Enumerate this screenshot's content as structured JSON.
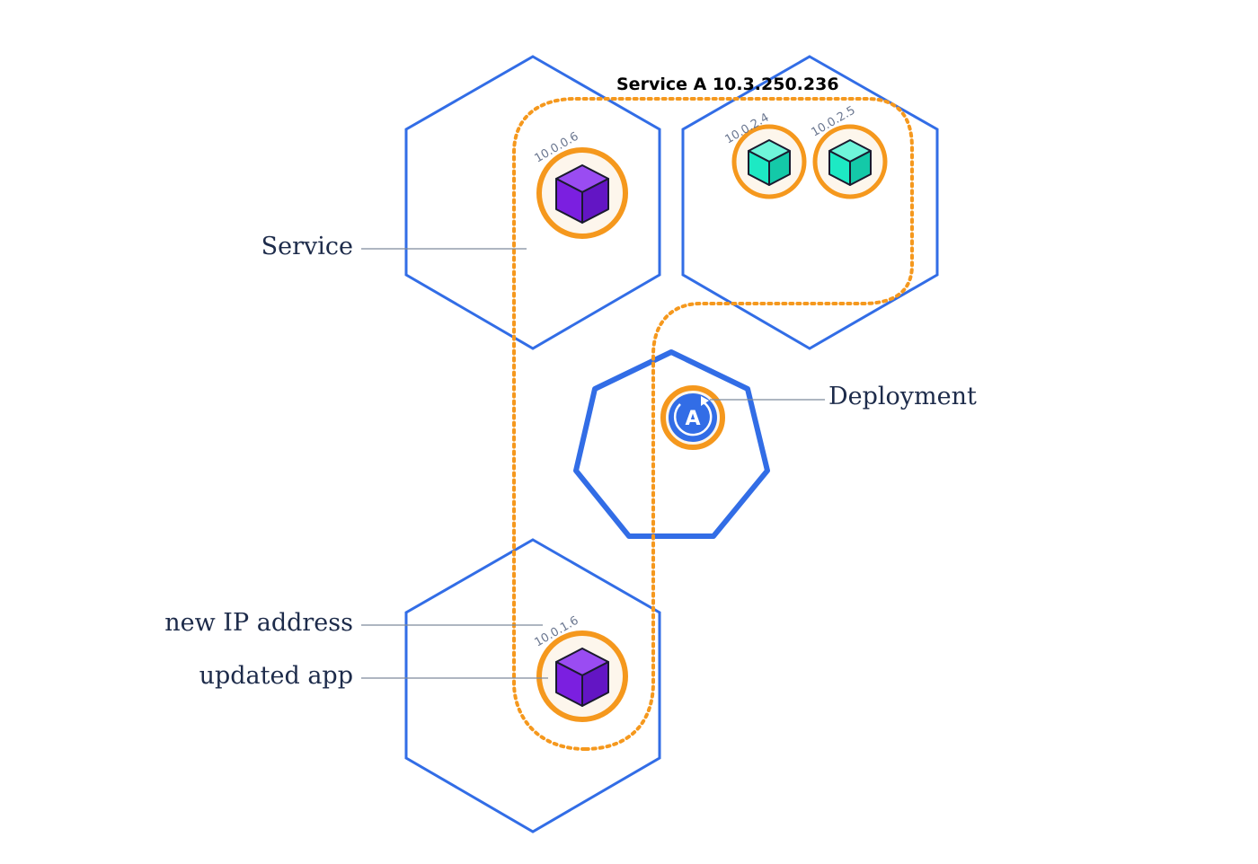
{
  "service": {
    "title": "Service A 10.3.250.236"
  },
  "pods": [
    {
      "ip": "10.0.0.6",
      "app_color": "#7b1fe0"
    },
    {
      "ip": "10.0.2.4",
      "app_color": "#1de9c4"
    },
    {
      "ip": "10.0.2.5",
      "app_color": "#1de9c4"
    },
    {
      "ip": "10.0.1.6",
      "app_color": "#7b1fe0"
    }
  ],
  "deployment": {
    "letter": "A"
  },
  "callouts": {
    "service": "Service",
    "deployment": "Deployment",
    "new_ip": "new IP address",
    "updated_app": "updated app"
  },
  "colors": {
    "node_border": "#326de6",
    "pod_ring": "#f5981d",
    "pod_fill": "#fdf6ec",
    "service_path": "#f5981d",
    "callout_line": "#7d8b9c",
    "deployment_fill": "#326de6"
  }
}
